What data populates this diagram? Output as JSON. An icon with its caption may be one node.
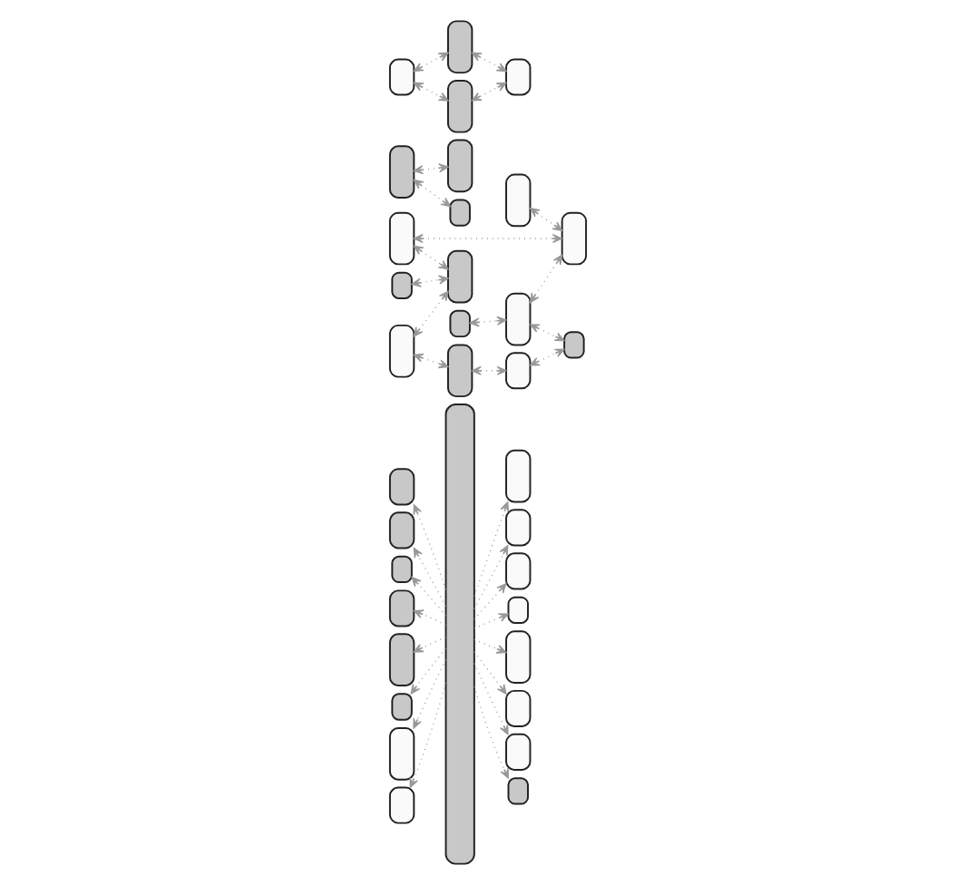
{
  "diagram": {
    "nodes": [
      {
        "text": [],
        "shape": "bar"
      },
      {
        "text": [],
        "shape": "box"
      },
      {
        "text": [],
        "shape": "box"
      },
      {
        "text": [],
        "shape": "box"
      },
      {
        "text": [],
        "shape": "box"
      },
      {
        "text": [],
        "shape": "box"
      },
      {
        "text": [],
        "shape": "box"
      },
      {
        "text": [],
        "shape": "box"
      },
      {
        "text": [],
        "shape": "box"
      },
      {
        "text": [],
        "shape": "box"
      },
      {
        "text": [],
        "shape": "box"
      },
      {
        "text": [],
        "shape": "box"
      },
      {
        "text": [],
        "shape": "box"
      },
      {
        "text": [],
        "shape": "box"
      },
      {
        "text": [],
        "shape": "box"
      },
      {
        "text": [],
        "shape": "box"
      },
      {
        "text": [],
        "shape": "box"
      },
      {
        "text": [],
        "shape": "box"
      },
      {
        "text": [],
        "shape": "box"
      },
      {
        "text": [],
        "shape": "box"
      },
      {
        "text": [],
        "shape": "box"
      },
      {
        "text": [],
        "shape": "box"
      },
      {
        "text": [],
        "shape": "box"
      },
      {
        "text": [],
        "shape": "box"
      },
      {
        "text": [],
        "shape": "box"
      },
      {
        "text": [],
        "shape": "box"
      },
      {
        "text": [],
        "shape": "box"
      },
      {
        "text": [],
        "shape": "box"
      },
      {
        "text": [],
        "shape": "box"
      },
      {
        "text": [],
        "shape": "box"
      },
      {
        "text": [],
        "shape": "box"
      },
      {
        "text": [],
        "shape": "box"
      },
      {
        "text": [],
        "shape": "box"
      },
      {
        "text": [],
        "shape": "box"
      },
      {
        "text": [],
        "shape": "box"
      }
    ],
    "edges": [
      {
        "from": 0,
        "to": 1,
        "arrow": "to"
      },
      {
        "from": 0,
        "to": 2,
        "arrow": "to"
      },
      {
        "from": 0,
        "to": 3,
        "arrow": "to"
      },
      {
        "from": 0,
        "to": 4,
        "arrow": "to"
      },
      {
        "from": 0,
        "to": 5,
        "arrow": "to"
      },
      {
        "from": 0,
        "to": 6,
        "arrow": "to"
      },
      {
        "from": 0,
        "to": 7,
        "arrow": "to"
      },
      {
        "from": 0,
        "to": 8,
        "arrow": "to"
      },
      {
        "from": 0,
        "to": 9,
        "arrow": "to"
      },
      {
        "from": 0,
        "to": 10,
        "arrow": "to"
      },
      {
        "from": 0,
        "to": 11,
        "arrow": "to"
      },
      {
        "from": 0,
        "to": 12,
        "arrow": "to"
      },
      {
        "from": 0,
        "to": 13,
        "arrow": "to"
      },
      {
        "from": 0,
        "to": 14,
        "arrow": "to"
      },
      {
        "from": 0,
        "to": 15,
        "arrow": "to"
      },
      {
        "from": 0,
        "to": 16,
        "arrow": "to"
      },
      {
        "from": 17,
        "to": 19,
        "arrow": "both"
      },
      {
        "from": 21,
        "to": 22,
        "arrow": "both"
      },
      {
        "from": 21,
        "to": 24,
        "arrow": "both"
      },
      {
        "from": 28,
        "to": 17,
        "arrow": "both"
      },
      {
        "from": 23,
        "to": 26,
        "arrow": "both"
      },
      {
        "from": 27,
        "to": 20,
        "arrow": "both"
      },
      {
        "from": 18,
        "to": 31,
        "arrow": "both"
      },
      {
        "from": 22,
        "to": 25,
        "arrow": "both"
      },
      {
        "from": 24,
        "to": 25,
        "arrow": "both"
      },
      {
        "from": 26,
        "to": 29,
        "arrow": "both"
      },
      {
        "from": 26,
        "to": 31,
        "arrow": "both"
      },
      {
        "from": 19,
        "to": 29,
        "arrow": "both"
      },
      {
        "from": 27,
        "to": 30,
        "arrow": "both"
      },
      {
        "from": 28,
        "to": 34,
        "arrow": "both"
      },
      {
        "from": 33,
        "to": 31,
        "arrow": "both"
      },
      {
        "from": 32,
        "to": 34,
        "arrow": "both"
      },
      {
        "from": 33,
        "to": 34,
        "arrow": "both"
      }
    ]
  }
}
